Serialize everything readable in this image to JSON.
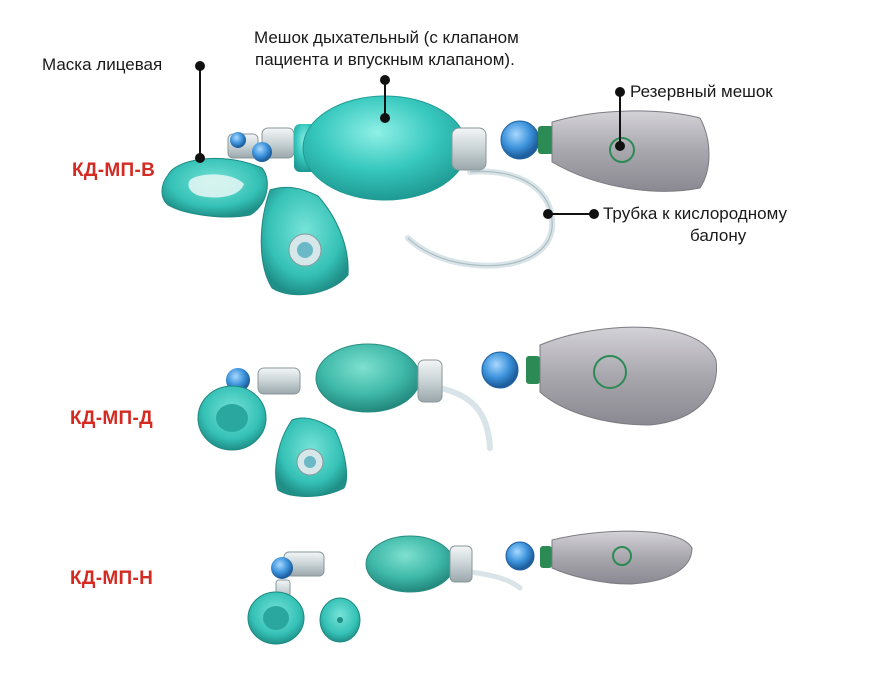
{
  "labels": {
    "mask": "Маска лицевая",
    "bag_line1": "Мешок дыхательный (с клапаном",
    "bag_line2": "пациента и впускным клапаном).",
    "reservoir": "Резервный мешок",
    "tube_line1": "Трубка к кислородному",
    "tube_line2": "балону"
  },
  "models": [
    "КД-МП-В",
    "КД-МП-Д",
    "КД-МП-Н"
  ],
  "colors": {
    "model_text": "#d32a22",
    "device_teal": "#3fc9c0",
    "reservoir_grey": "#b5b3b9",
    "valve_blue": "#2f8ed6"
  }
}
